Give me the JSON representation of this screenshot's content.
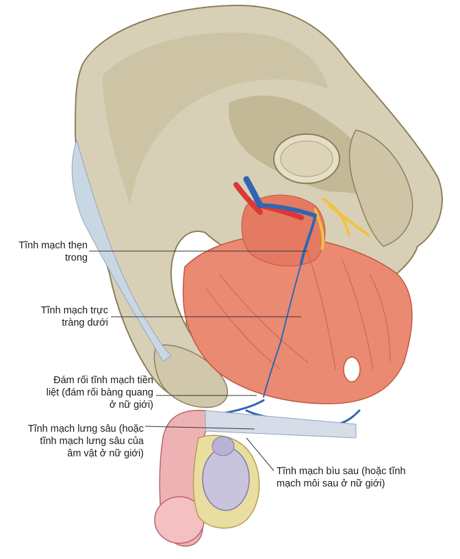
{
  "colors": {
    "bone": "#d8d0b6",
    "bone_shadow": "#b9ad8c",
    "muscle": "#ea8a72",
    "muscle_dark": "#cf5f48",
    "vein": "#2f66b3",
    "artery": "#d83a35",
    "nerve": "#f2c23e",
    "penis_skin": "#efb2b4",
    "testis": "#c8c4de",
    "leader_line": "#333333"
  },
  "labels": [
    {
      "id": "internal-pudendal-vein",
      "lines": [
        "Tĩnh mạch thẹn",
        "trong"
      ]
    },
    {
      "id": "inferior-rectal-vein",
      "lines": [
        "Tĩnh mạch trực",
        "tràng dưới"
      ]
    },
    {
      "id": "prostatic-venous-plexus",
      "lines": [
        "Đám rối tĩnh mạch tiền",
        "liệt (đám rối bàng quang",
        "ở nữ giới)"
      ]
    },
    {
      "id": "deep-dorsal-vein",
      "lines": [
        "Tĩnh mạch lưng sâu (hoặc",
        "tĩnh mạch lưng sâu của",
        "âm vật ở nữ giới)"
      ]
    },
    {
      "id": "posterior-scrotal-veins",
      "lines": [
        "Tĩnh mạch bìu sau (hoặc tĩnh",
        "mạch môi sau ở nữ giới)"
      ]
    }
  ]
}
